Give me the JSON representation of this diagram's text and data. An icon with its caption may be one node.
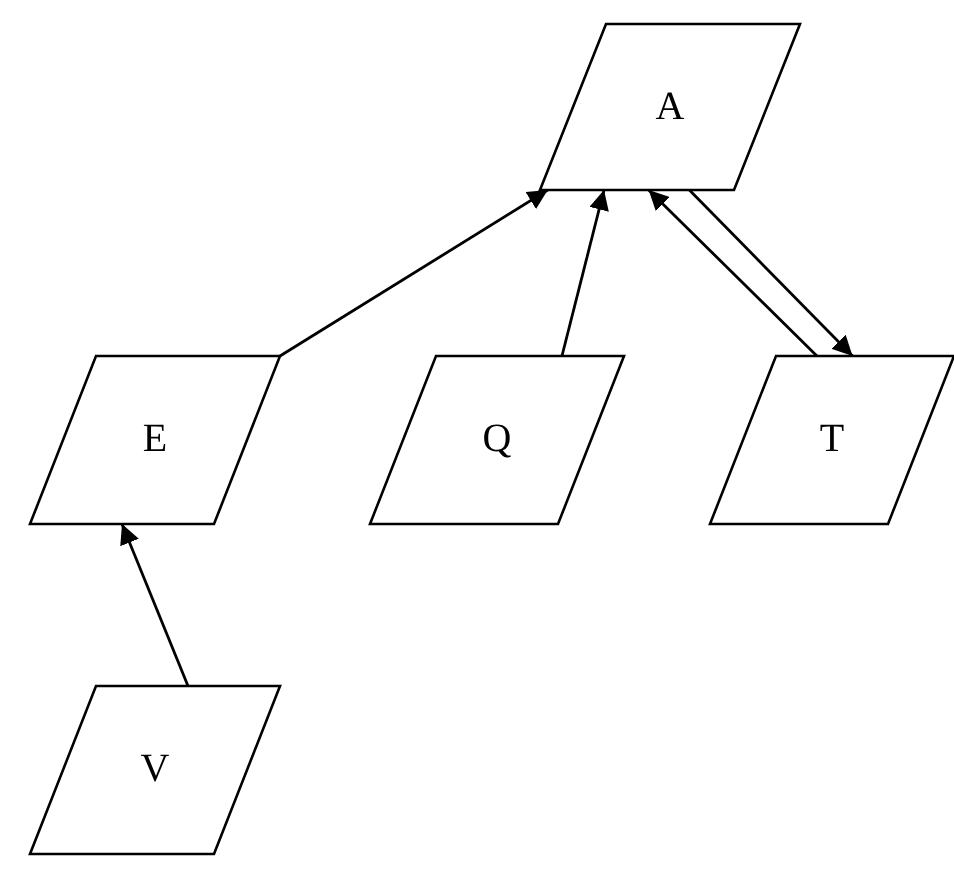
{
  "diagram": {
    "nodes": [
      {
        "text": [
          "A"
        ]
      },
      {
        "text": [
          "E"
        ]
      },
      {
        "text": [
          "Q"
        ]
      },
      {
        "text": [
          "T"
        ]
      },
      {
        "text": [
          "V"
        ]
      }
    ],
    "edges": [
      {
        "from": 1,
        "to": 0,
        "arrow": "to"
      },
      {
        "from": 2,
        "to": 0,
        "arrow": "to"
      },
      {
        "from": 3,
        "to": 0,
        "arrow": "to"
      },
      {
        "from": 0,
        "to": 3,
        "arrow": "to"
      },
      {
        "from": 4,
        "to": 1,
        "arrow": "to"
      }
    ]
  }
}
